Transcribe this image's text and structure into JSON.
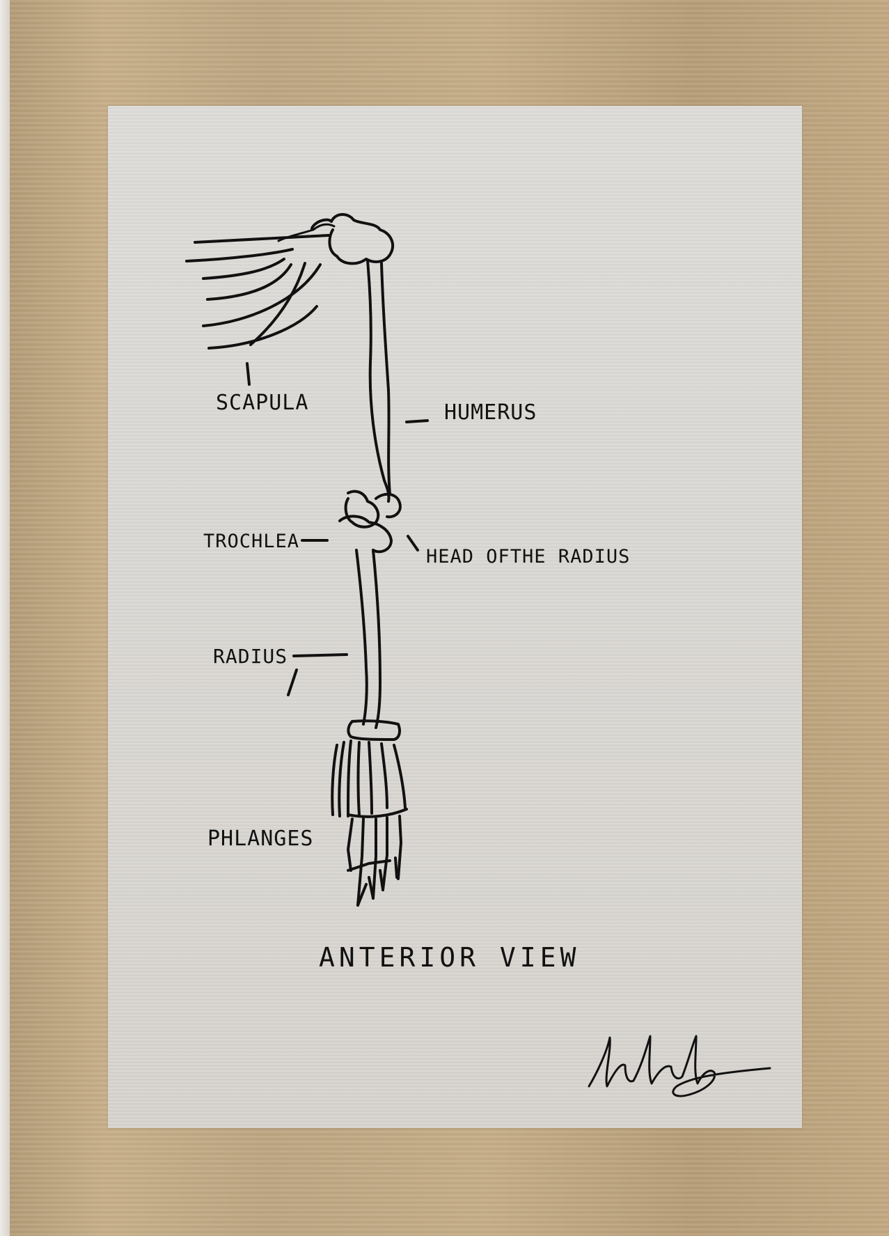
{
  "labels": {
    "scapula": "SCAPULA",
    "humerus": "HUMERUS",
    "trochlea": "TROCHLEA",
    "head_of_radius": "HEAD OFTHE RADIUS",
    "radius": "RADIUS",
    "phalanges": "PHLANGES",
    "caption": "ANTERIOR VIEW"
  },
  "signature": "Lukas",
  "colors": {
    "kraft_paper": "#c3aa84",
    "tracing_sheet": "#d9d7d3",
    "ink": "#111111"
  }
}
